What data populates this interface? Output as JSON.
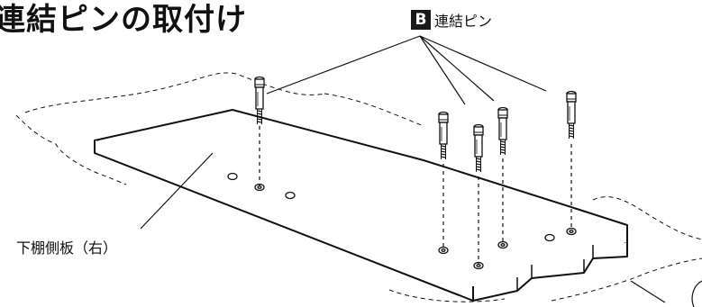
{
  "heading": "連結ピンの取付け",
  "pin_callout": {
    "badge_letter": "B",
    "label": "連結ピン"
  },
  "panel_label": "下棚側板（右）",
  "bottom_heading_fragment": "",
  "colors": {
    "line": "#111111",
    "badge_bg": "#1a1a1a",
    "badge_text": "#ffffff"
  }
}
